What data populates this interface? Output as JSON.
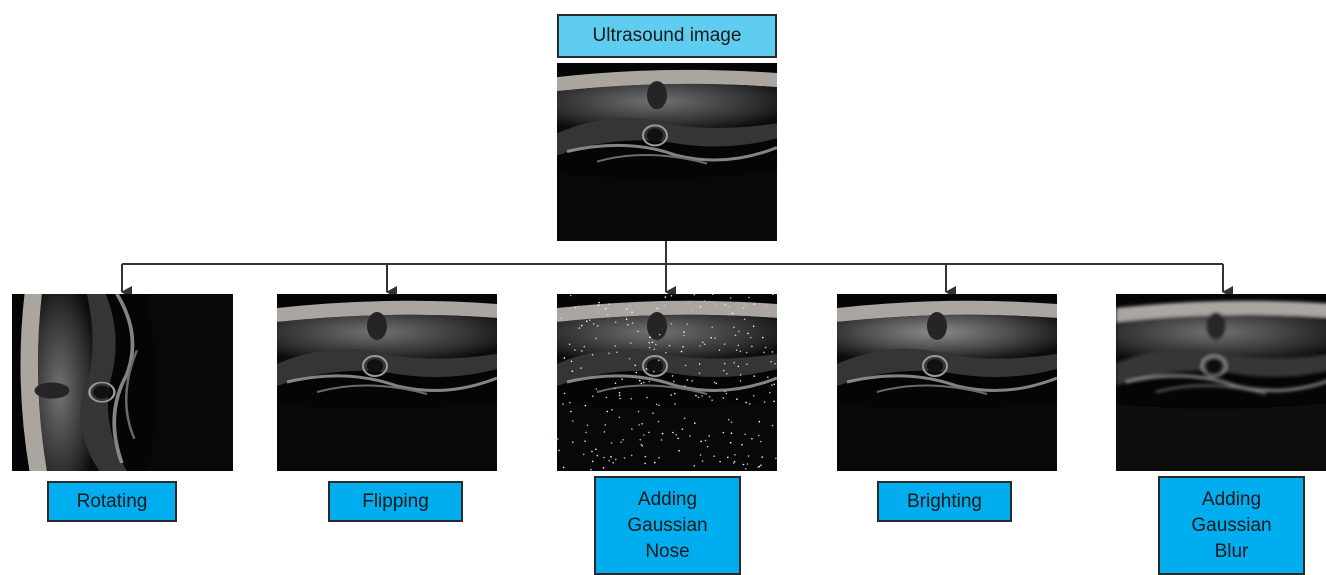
{
  "colors": {
    "top_label_fill": "#5fcdef",
    "label_fill": "#00aeef",
    "line": "#333333"
  },
  "top": {
    "label": "Ultrasound image"
  },
  "augmentations": [
    {
      "label": "Rotating"
    },
    {
      "label": "Flipping"
    },
    {
      "label": "Adding\nGaussian\nNose"
    },
    {
      "label": "Brighting"
    },
    {
      "label": "Adding\nGaussian\nBlur"
    }
  ]
}
